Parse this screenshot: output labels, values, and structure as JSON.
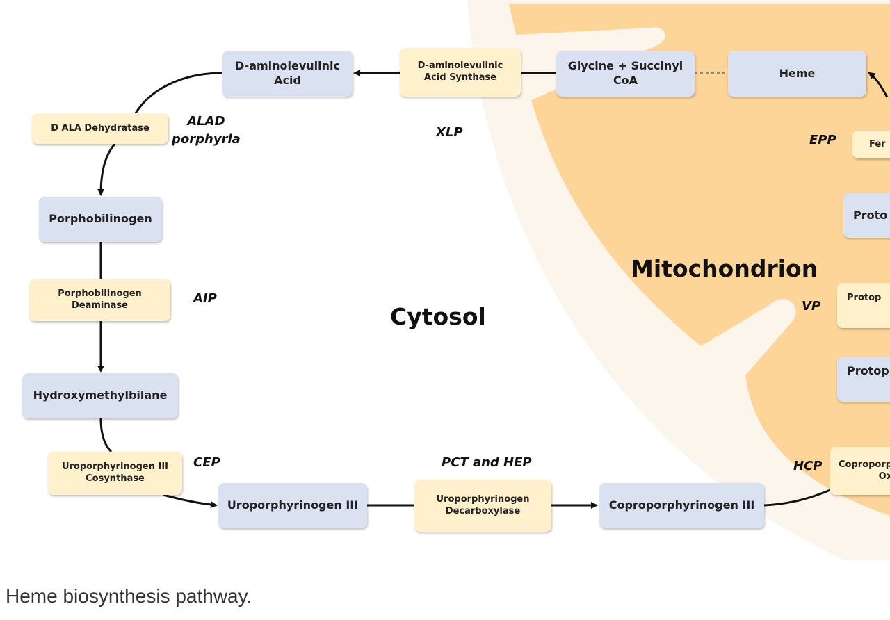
{
  "colors": {
    "enzyme": "#fff1cc",
    "metabolite": "#dae1f1",
    "mitochondrion": "#fdd598",
    "membrane": "#fcf5ec"
  },
  "regions": {
    "cytosol": "Cytosol",
    "mitochondrion": "Mitochondrion"
  },
  "nodes": {
    "ala": "D-aminolevulinic\nAcid",
    "alas": "D-aminolevulinic\nAcid Synthase",
    "glycine": "Glycine + Succinyl\nCoA",
    "heme": "Heme",
    "alad": "D ALA Dehydratase",
    "pbg": "Porphobilinogen",
    "pbgd": "Porphobilinogen\nDeaminase",
    "hmb": "Hydroxymethylbilane",
    "uros": "Uroporphyrinogen III\nCosynthase",
    "uro3": "Uroporphyrinogen III",
    "urod": "Uroporphyrinogen\nDecarboxylase",
    "copro3": "Coproporphyrinogen III",
    "fer": "Fer",
    "proto1": "Proto",
    "protop_enz": "Protop",
    "protop2": "Protop",
    "cpox": "Coproporp\nOx"
  },
  "diseases": {
    "alad": "ALAD\nporphyria",
    "xlp": "XLP",
    "aip": "AIP",
    "cep": "CEP",
    "pct_hep": "PCT and HEP",
    "epp": "EPP",
    "vp": "VP",
    "hcp": "HCP"
  },
  "caption": "Heme biosynthesis pathway."
}
